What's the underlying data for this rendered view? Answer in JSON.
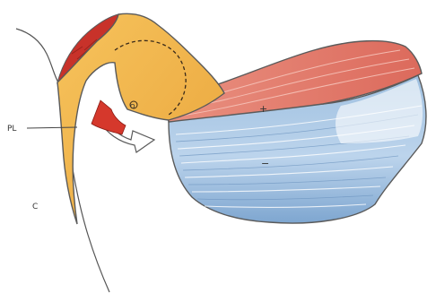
{
  "labels": {
    "pl": "PL",
    "c": "C",
    "o": "O",
    "plus": "+",
    "minus": "−"
  },
  "colors": {
    "bone": "#f2b84b",
    "bone_dark": "#c8741c",
    "cartilage": "#c8322a",
    "muscle_red": "#e0776a",
    "muscle_red_light": "#f0b0a4",
    "muscle_blue": "#8fb6da",
    "muscle_blue_light": "#dbe8f4",
    "outline": "#5a5a5a",
    "arrow_red": "#d5382c"
  },
  "icons": [
    "rotation-arrow-icon"
  ]
}
